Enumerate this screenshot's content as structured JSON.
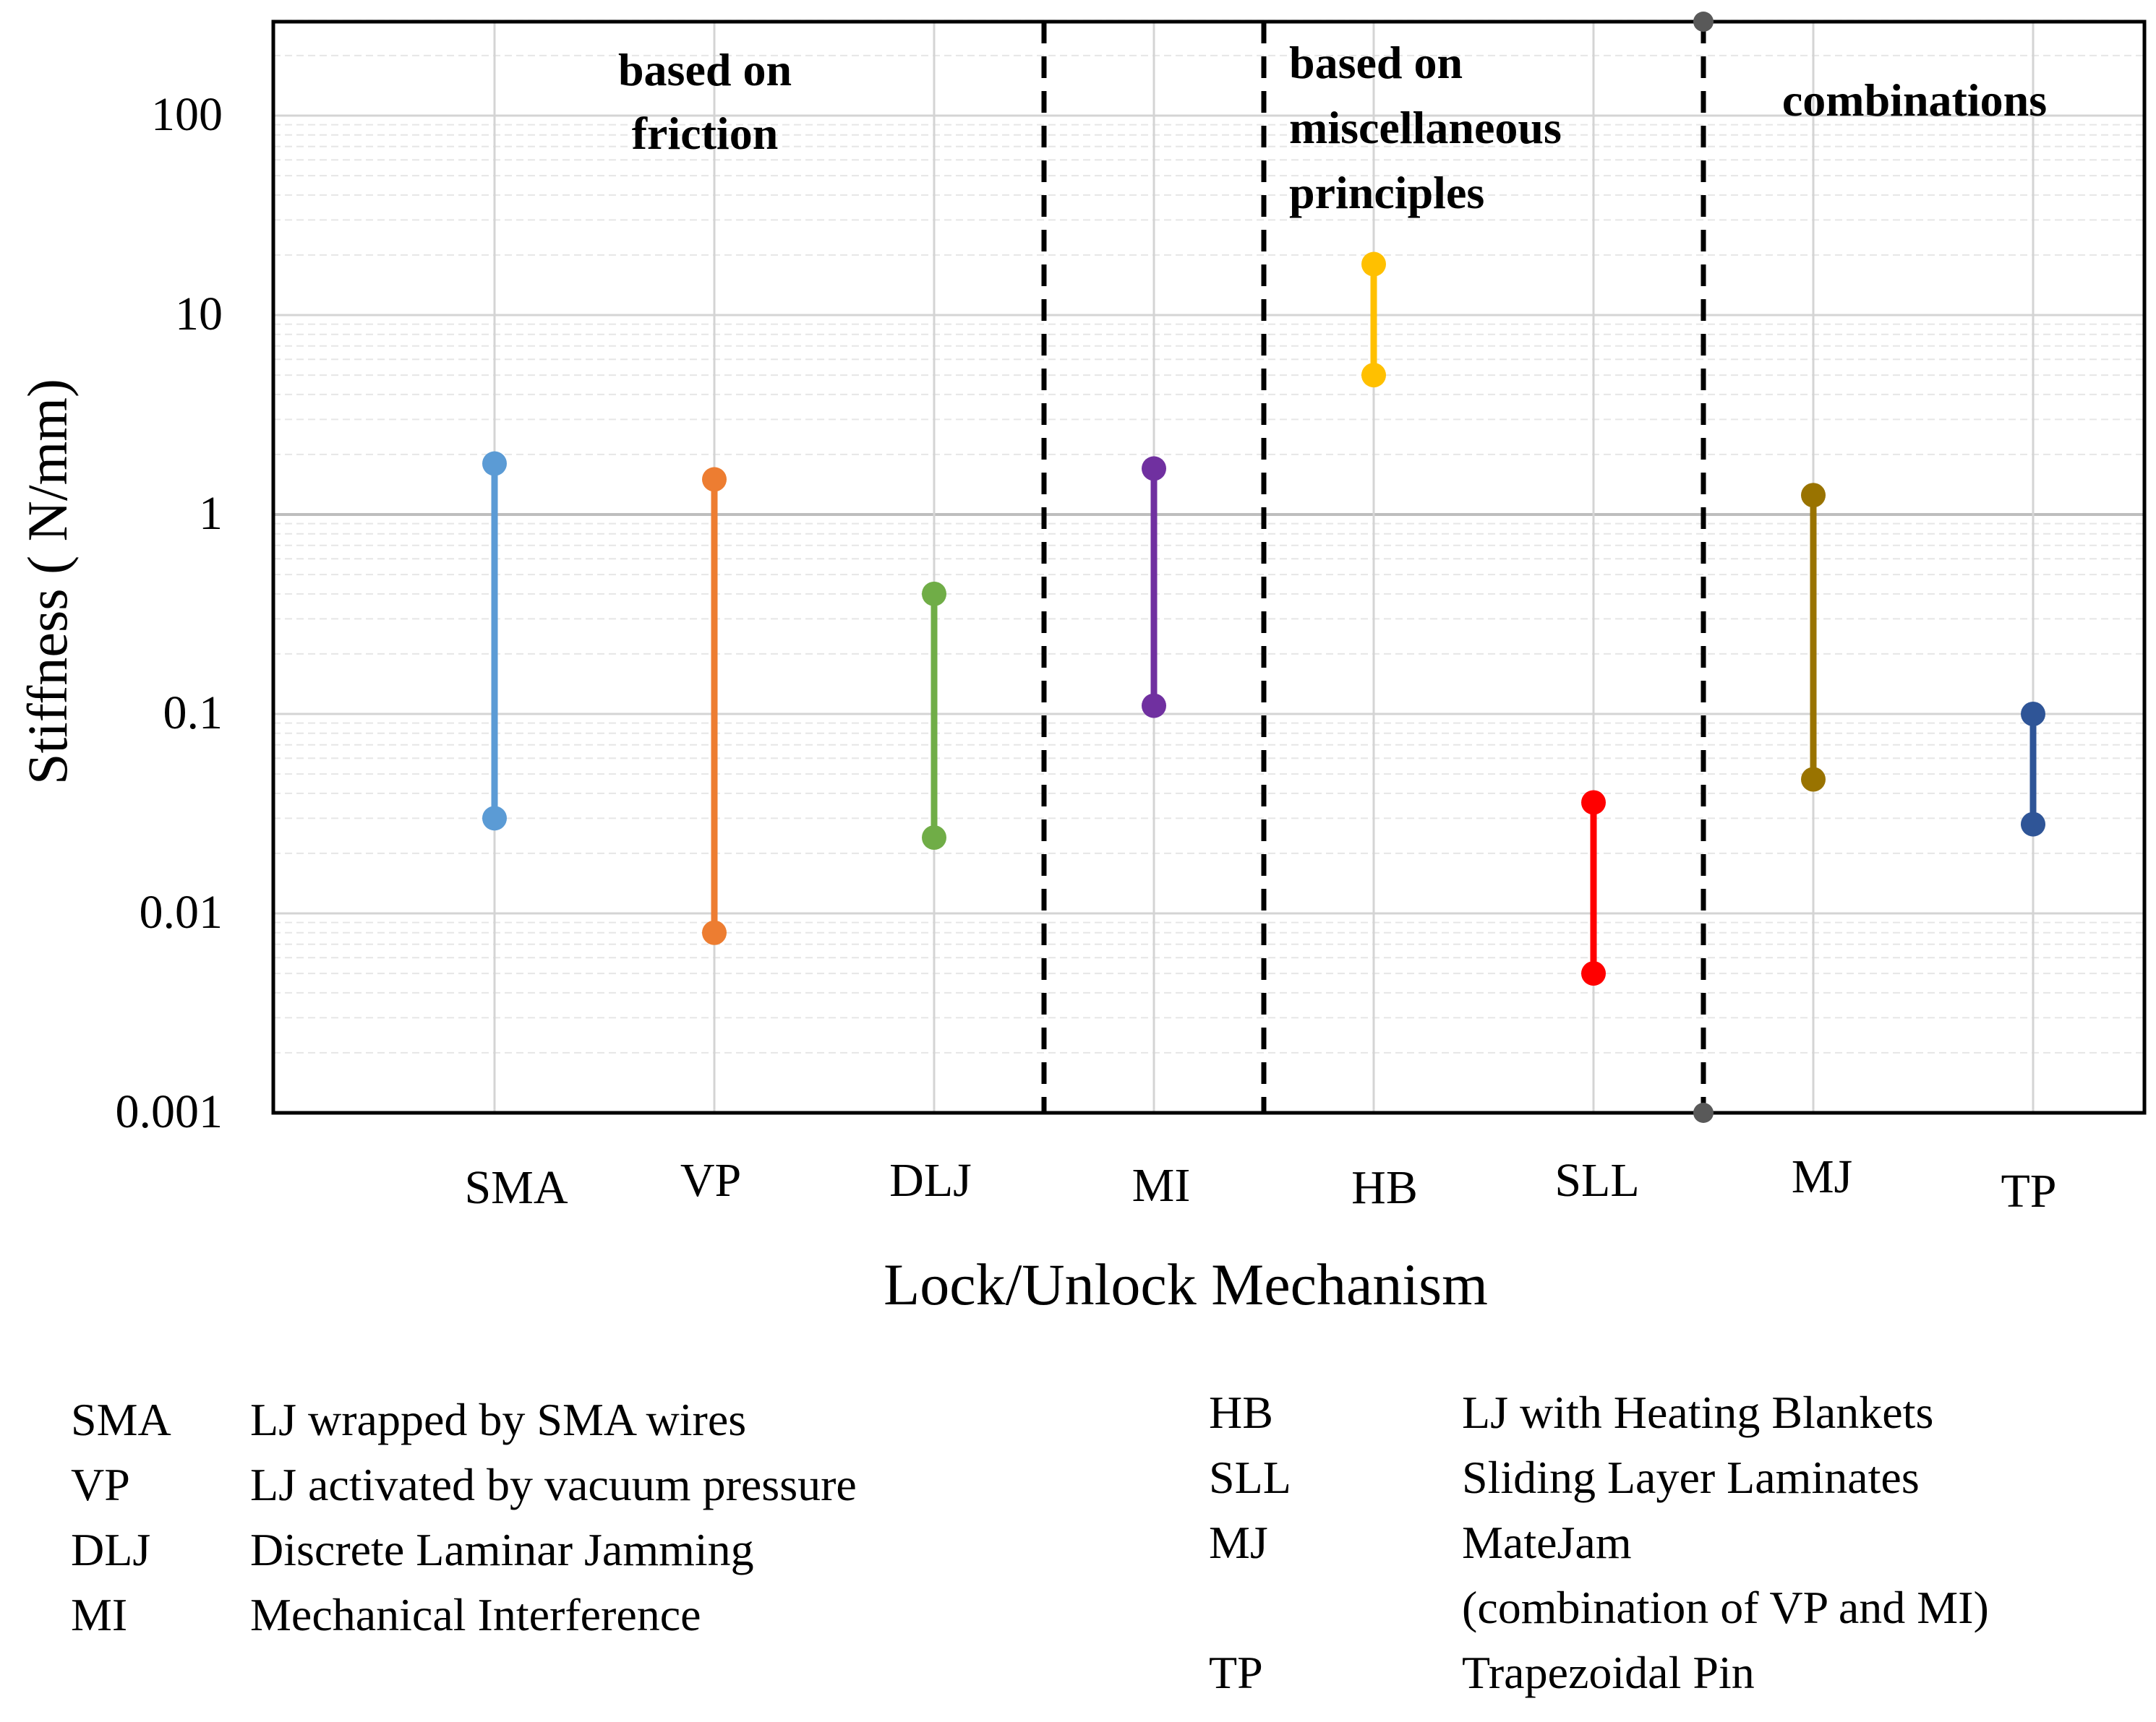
{
  "chart_data": {
    "type": "range",
    "title": "",
    "xlabel": "Lock/Unlock Mechanism",
    "ylabel": "Stiffness ( N/mm)",
    "yscale": "log",
    "ylim": [
      0.001,
      300
    ],
    "yticks": [
      {
        "value": 0.001,
        "label": "0.001"
      },
      {
        "value": 0.01,
        "label": "0.01"
      },
      {
        "value": 0.1,
        "label": "0.1"
      },
      {
        "value": 1,
        "label": "1"
      },
      {
        "value": 10,
        "label": "10"
      },
      {
        "value": 100,
        "label": "100"
      }
    ],
    "grid": true,
    "categories": [
      "SMA",
      "VP",
      "DLJ",
      "MI",
      "HB",
      "SLL",
      "MJ",
      "TP"
    ],
    "ranges": [
      {
        "category": "SMA",
        "low": 0.03,
        "high": 1.8,
        "color": "#5B9BD5"
      },
      {
        "category": "VP",
        "low": 0.008,
        "high": 1.5,
        "color": "#ED7D31"
      },
      {
        "category": "DLJ",
        "low": 0.024,
        "high": 0.4,
        "color": "#70AD47"
      },
      {
        "category": "MI",
        "low": 0.11,
        "high": 1.7,
        "color": "#7030A0"
      },
      {
        "category": "HB",
        "low": 5,
        "high": 18,
        "color": "#FFC000"
      },
      {
        "category": "SLL",
        "low": 0.005,
        "high": 0.036,
        "color": "#FF0000"
      },
      {
        "category": "MJ",
        "low": 0.047,
        "high": 1.25,
        "color": "#997300"
      },
      {
        "category": "TP",
        "low": 0.028,
        "high": 0.1,
        "color": "#2F5597"
      }
    ],
    "group_labels": [
      {
        "lines": [
          "based on",
          "friction"
        ]
      },
      {
        "lines": [
          "based on",
          "miscellaneous",
          "principles"
        ]
      },
      {
        "lines": [
          "combinations"
        ]
      }
    ]
  },
  "legend_left": [
    {
      "abbr": "SMA",
      "desc": "LJ wrapped by SMA  wires"
    },
    {
      "abbr": "VP",
      "desc": "LJ activated by vacuum pressure"
    },
    {
      "abbr": "DLJ",
      "desc": "Discrete Laminar   Jamming"
    },
    {
      "abbr": "MI",
      "desc": "Mechanical Interference"
    }
  ],
  "legend_right": [
    {
      "abbr": "HB",
      "desc": "LJ with Heating Blankets"
    },
    {
      "abbr": "SLL",
      "desc": "Sliding Layer Laminates"
    },
    {
      "abbr": "MJ",
      "desc": "MateJam"
    },
    {
      "abbr": "",
      "desc": "(combination of VP and MI)"
    },
    {
      "abbr": "TP",
      "desc": "Trapezoidal Pin"
    }
  ]
}
